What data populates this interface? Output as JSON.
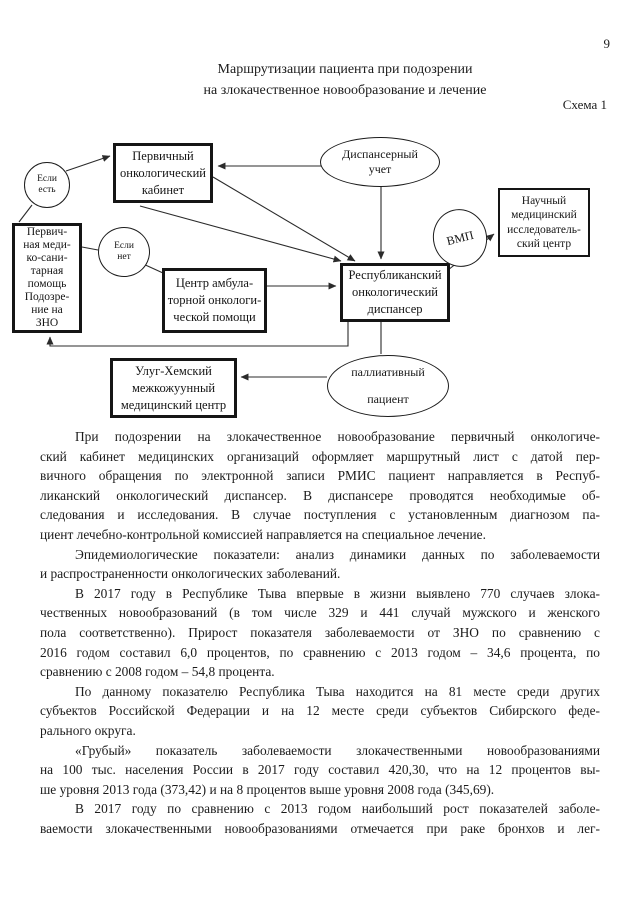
{
  "page": {
    "number": "9"
  },
  "title": {
    "line1": "Маршрутизации пациента при подозрении",
    "line2": "на злокачественное новообразование и лечение"
  },
  "schema_label": "Схема 1",
  "diagram": {
    "nodes": {
      "pmsp": {
        "label": "Первич-\nная меди-\nко-сани-\nтарная\nпомощь\nПодозре-\nние на\nЗНО"
      },
      "if_yes": {
        "label": "Если\nесть"
      },
      "if_no": {
        "label": "Если\nнет"
      },
      "primary_cabinet": {
        "label": "Первичный\nонкологический\nкабинет"
      },
      "outpatient_center": {
        "label": "Центр амбула-\nторной онкологи-\nческой помощи"
      },
      "dispensary_registry": {
        "label": "Диспансерный\nучет"
      },
      "oncology_dispensary": {
        "label": "Республиканский\nонкологический\nдиспансер"
      },
      "vmp": {
        "label": "ВМП"
      },
      "research_center": {
        "label": "Научный\nмедицинский\nисследователь-\nский центр"
      },
      "ulug_khem_center": {
        "label": "Улуг-Хемский\nмежкожуунный\nмедицинский центр"
      },
      "palliative_patient": {
        "label": "паллиативный\nпациент"
      }
    },
    "line_color": "#2b2b2b"
  },
  "body": {
    "paragraphs": [
      {
        "lines": [
          "При подозрении на злокачественное новообразование первичный онкологиче-",
          "ский кабинет медицинских организаций оформляет маршрутный лист с датой пер-",
          "вичного обращения по электронной записи РМИС пациент направляется в Респуб-",
          "ликанский онкологический диспансер. В диспансере проводятся необходимые об-",
          "следования и исследования. В случае поступления с установленным диагнозом па-",
          "циент лечебно-контрольной комиссией направляется на специальное лечение."
        ]
      },
      {
        "lines": [
          "Эпидемиологические показатели: анализ динамики данных по заболеваемости",
          "и распространенности онкологических заболеваний."
        ]
      },
      {
        "lines": [
          "В 2017 году в Республике Тыва впервые в жизни выявлено 770 случаев злока-",
          "чественных новообразований (в том числе 329 и 441 случай мужского и женского",
          "пола соответственно). Прирост показателя заболеваемости от ЗНО по сравнению с",
          "2016 годом составил 6,0 процентов, по сравнению с 2013 годом – 34,6 процента, по",
          "сравнению с 2008 годом – 54,8 процента."
        ]
      },
      {
        "lines": [
          "По данному показателю Республика Тыва находится на 81 месте среди других",
          "субъектов Российской Федерации и на 12 месте среди субъектов Сибирского феде-",
          "рального округа."
        ]
      },
      {
        "lines": [
          "«Грубый» показатель заболеваемости злокачественными новообразованиями",
          "на 100 тыс. населения России в 2017 году составил 420,30, что на 12 процентов вы-",
          "ше уровня 2013 года (373,42) и на 8 процентов выше уровня 2008 года (345,69)."
        ]
      },
      {
        "lines": [
          "В 2017 году по сравнению с 2013 годом наибольший рост показателей заболе-",
          "ваемости злокачественными новообразованиями отмечается при раке бронхов и лег-"
        ]
      }
    ]
  }
}
